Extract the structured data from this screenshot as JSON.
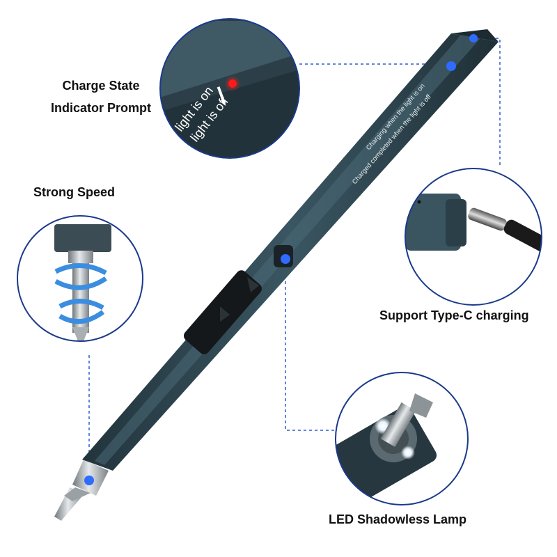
{
  "labels": {
    "charge_state_line1": "Charge State",
    "charge_state_line2": "Indicator Prompt",
    "strong_speed": "Strong Speed",
    "type_c": "Support Type-C charging",
    "led_lamp": "LED Shadowless Lamp"
  },
  "pen_text": {
    "line1": "Charging when the light is on",
    "line2": "Charged completed when the light is off"
  },
  "inset_text": {
    "line1": "light is on",
    "line2": "light is off"
  },
  "colors": {
    "pen_body": "#2f4650",
    "pen_dark": "#1e2e35",
    "callout_line": "#2a5bd7",
    "dot": "#2f6bff",
    "indicator_red": "#ff1a1a",
    "circle_border": "#1a3a8a",
    "arrow_blue": "#3b8de0"
  }
}
